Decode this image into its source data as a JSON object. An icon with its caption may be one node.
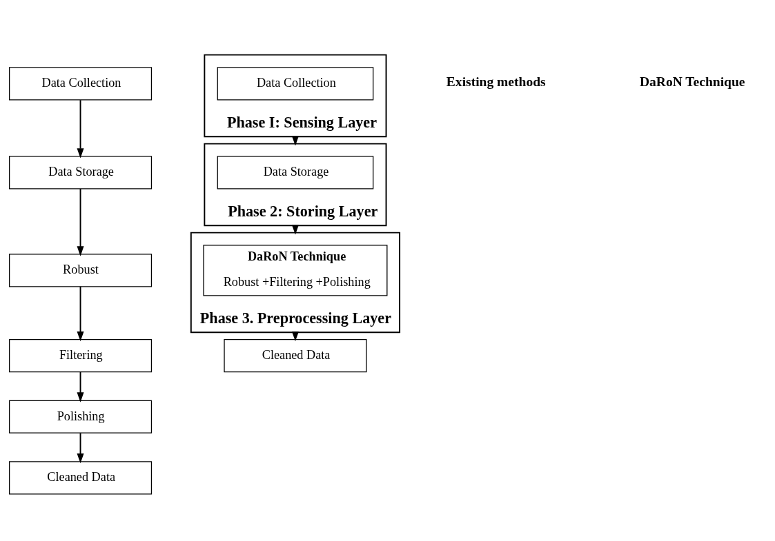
{
  "diagram": {
    "nodes": [
      {
        "text": [
          "Data Collection"
        ]
      },
      {
        "text": [
          "Data Storage"
        ]
      },
      {
        "text": [
          "Robust"
        ]
      },
      {
        "text": [
          "Filtering"
        ]
      },
      {
        "text": [
          "Polishing"
        ]
      },
      {
        "text": [
          "Cleaned Data"
        ]
      },
      {
        "text": [
          "Phase I: Sensing Layer"
        ]
      },
      {
        "text": [
          "Data Collection"
        ],
        "in": 6
      },
      {
        "text": [
          "Phase 2: Storing Layer"
        ]
      },
      {
        "text": [
          "Data Storage"
        ],
        "in": 8
      },
      {
        "text": [
          "Phase 3. Preprocessing Layer"
        ]
      },
      {
        "text": [
          "DaRoN Technique",
          "Robust +Filtering +Polishing"
        ],
        "in": 10
      },
      {
        "text": [
          "Cleaned Data"
        ]
      }
    ],
    "edges": [
      {
        "from": 0,
        "to": 1,
        "arrow": "to"
      },
      {
        "from": 1,
        "to": 2,
        "arrow": "to"
      },
      {
        "from": 2,
        "to": 3,
        "arrow": "to"
      },
      {
        "from": 3,
        "to": 4,
        "arrow": "to"
      },
      {
        "from": 4,
        "to": 5,
        "arrow": "to"
      },
      {
        "from": 6,
        "to": 8,
        "arrow": "to"
      },
      {
        "from": 8,
        "to": 10,
        "arrow": "to"
      },
      {
        "from": 10,
        "to": 12,
        "arrow": "to"
      }
    ],
    "labels": [
      "Existing methods",
      "DaRoN Technique"
    ]
  }
}
